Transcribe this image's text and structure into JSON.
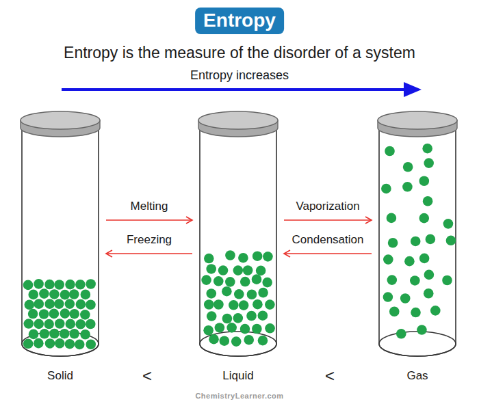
{
  "diagram": {
    "title": "Entropy",
    "nodes": [
      {
        "text": [
          "Solid"
        ]
      },
      {
        "text": [
          "Liquid"
        ]
      },
      {
        "text": [
          "Gas"
        ]
      }
    ],
    "edges": [
      {
        "from": 0,
        "to": 1,
        "label": "Melting",
        "arrow": "to"
      },
      {
        "from": 1,
        "to": 0,
        "label": "Freezing",
        "arrow": "to"
      },
      {
        "from": 1,
        "to": 2,
        "label": "Vaporization",
        "arrow": "to"
      },
      {
        "from": 2,
        "to": 1,
        "label": "Condensation",
        "arrow": "to"
      }
    ],
    "labels": [
      "Entropy is the measure of the disorder of a system",
      "Entropy increases",
      "<",
      "<",
      "ChemistryLearner.com"
    ]
  }
}
